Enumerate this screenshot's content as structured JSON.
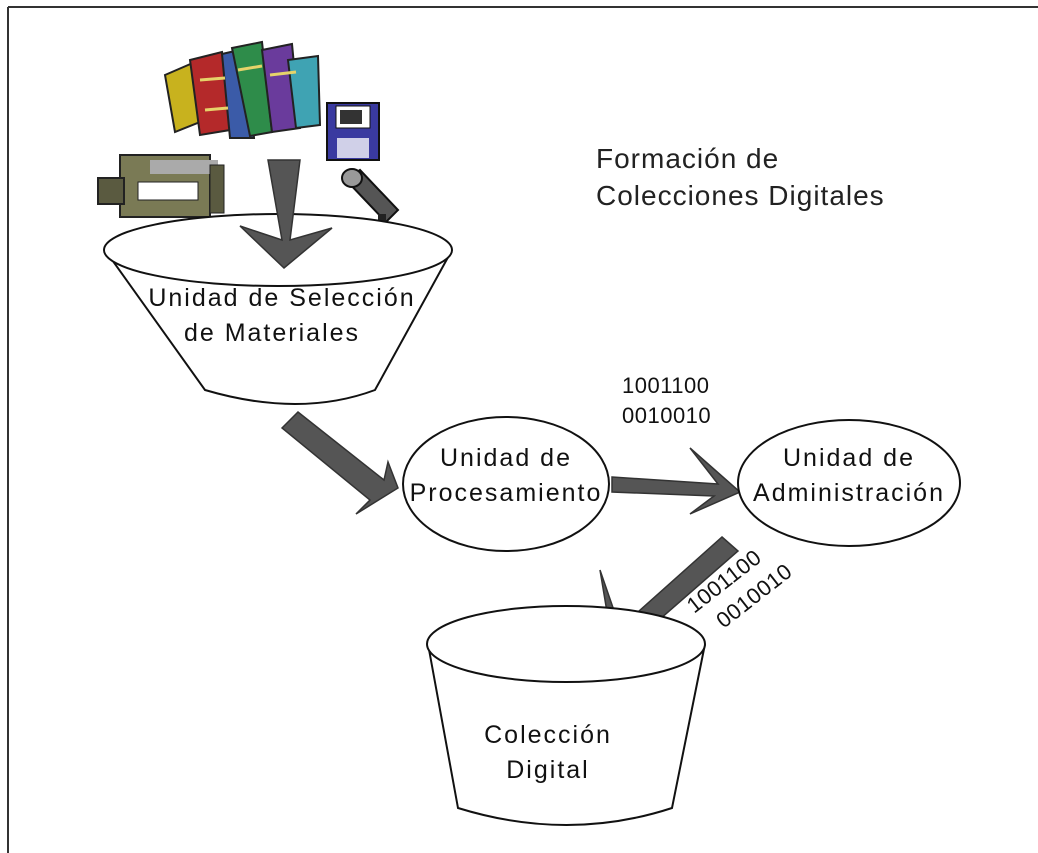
{
  "title": {
    "line1": "Formación de",
    "line2": "Colecciones Digitales"
  },
  "nodes": {
    "selection": {
      "line1": "Unidad de Selección",
      "line2": "de Materiales"
    },
    "processing": {
      "line1": "Unidad de",
      "line2": "Procesamiento"
    },
    "administration": {
      "line1": "Unidad de",
      "line2": "Administración"
    },
    "collection": {
      "line1": "Colección",
      "line2": "Digital"
    }
  },
  "binary": {
    "upper": {
      "line1": "1001100",
      "line2": "0010010"
    },
    "lower": {
      "line1": "1001100",
      "line2": "0010010"
    }
  },
  "icons": [
    "books-icon",
    "floppy-disk-icon",
    "video-camera-icon",
    "microphone-icon"
  ],
  "colors": {
    "arrow": "#555555",
    "stroke": "#111111",
    "books": [
      "#3b5ba8",
      "#c8b21e",
      "#b4292a",
      "#2e8c4a",
      "#6a3b9c"
    ],
    "floppy": "#3a3aa0",
    "camera": "#7a7a55"
  }
}
